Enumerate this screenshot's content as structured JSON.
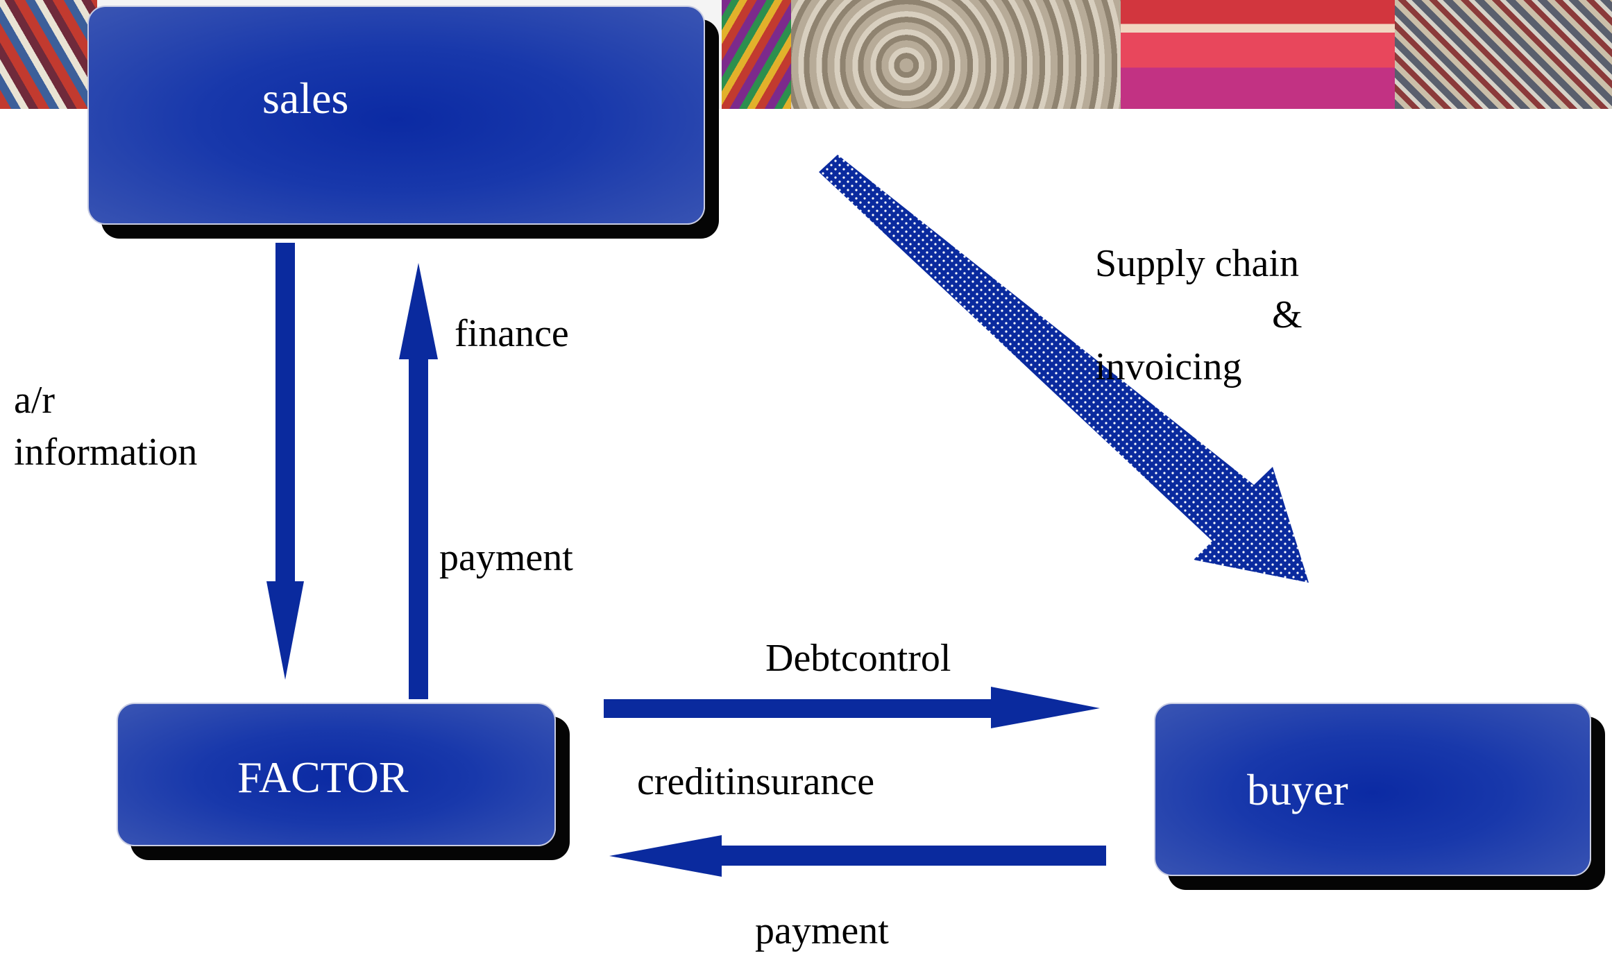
{
  "diagram": {
    "nodes": {
      "sales": "sales",
      "factor": "FACTOR",
      "buyer": "buyer"
    },
    "edges": {
      "sales_to_factor": [
        "a/r",
        "information"
      ],
      "factor_to_sales": [
        "finance",
        "payment"
      ],
      "sales_to_buyer": [
        "Supply chain",
        "&",
        "invoicing"
      ],
      "factor_to_buyer": [
        "Debtcontrol",
        "creditinsurance"
      ],
      "buyer_to_factor": "payment"
    }
  },
  "colors": {
    "node_fill": "#1838ab",
    "arrow": "#0a2a9e",
    "shadow": "#050505"
  }
}
